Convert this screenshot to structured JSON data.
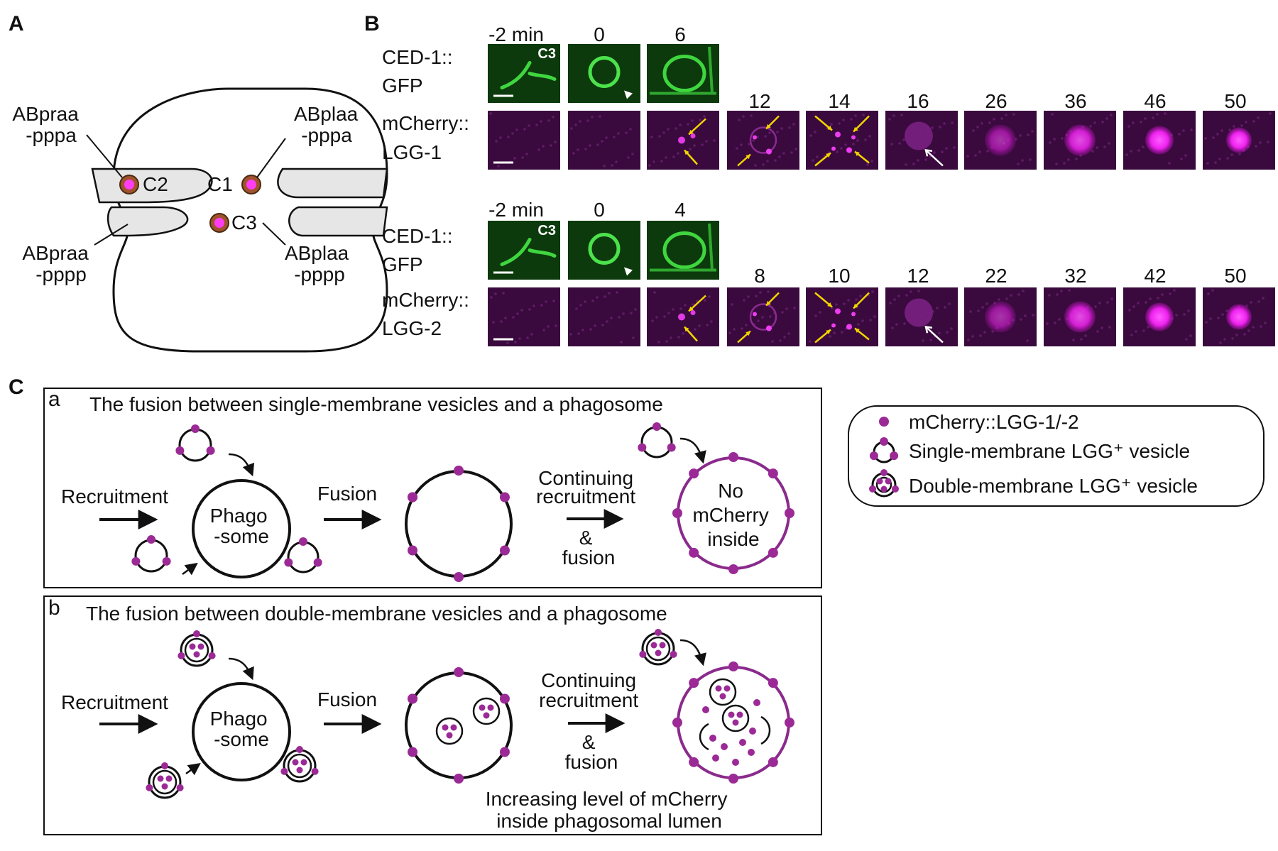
{
  "panel_a": {
    "letter": "A",
    "cells": [
      {
        "name": "ABpraa",
        "line2": "-pppa"
      },
      {
        "name": "ABplaa",
        "line2": "-pppa"
      },
      {
        "name": "ABpraa",
        "line2": "-pppp"
      },
      {
        "name": "ABplaa",
        "line2": "-pppp"
      }
    ],
    "corpses": [
      "C2",
      "C1",
      "C3"
    ]
  },
  "panel_b": {
    "letter": "B",
    "rows": [
      {
        "gfp_label": [
          "CED-1::",
          "GFP"
        ],
        "mcherry_label": [
          "mCherry::",
          "LGG-1"
        ],
        "gfp_times": [
          "-2 min",
          "0",
          "6"
        ],
        "mcherry_times": [
          "12",
          "14",
          "16",
          "26",
          "36",
          "46",
          "50"
        ],
        "corpse_tag": "C3"
      },
      {
        "gfp_label": [
          "CED-1::",
          "GFP"
        ],
        "mcherry_label": [
          "mCherry::",
          "LGG-2"
        ],
        "gfp_times": [
          "-2 min",
          "0",
          "4"
        ],
        "mcherry_times": [
          "8",
          "10",
          "12",
          "22",
          "32",
          "42",
          "50"
        ],
        "corpse_tag": "C3"
      }
    ],
    "colors": {
      "gfp": "#1e9a1e",
      "mcherry": "#c000c8",
      "arrow_yellow": "#f2d400"
    }
  },
  "panel_c": {
    "letter": "C",
    "a": {
      "letter": "a",
      "title": "The fusion between single-membrane vesicles and a phagosome",
      "recruitment": "Recruitment",
      "phagosome": [
        "Phago",
        "-some"
      ],
      "fusion": "Fusion",
      "continuing": [
        "Continuing",
        "recruitment",
        "&",
        "fusion"
      ],
      "result": [
        "No",
        "mCherry",
        "inside"
      ]
    },
    "b": {
      "letter": "b",
      "title": "The fusion between double-membrane vesicles and a phagosome",
      "recruitment": "Recruitment",
      "phagosome": [
        "Phago",
        "-some"
      ],
      "fusion": "Fusion",
      "continuing": [
        "Continuing",
        "recruitment",
        "&",
        "fusion"
      ],
      "increasing": [
        "Increasing level of mCherry",
        "inside phagosomal lumen"
      ]
    },
    "legend": {
      "items": [
        "mCherry::LGG-1/-2",
        "Single-membrane LGG⁺ vesicle",
        "Double-membrane LGG⁺ vesicle"
      ]
    },
    "colors": {
      "dot": "#9b2a96",
      "ring": "#8a2b8c"
    }
  }
}
